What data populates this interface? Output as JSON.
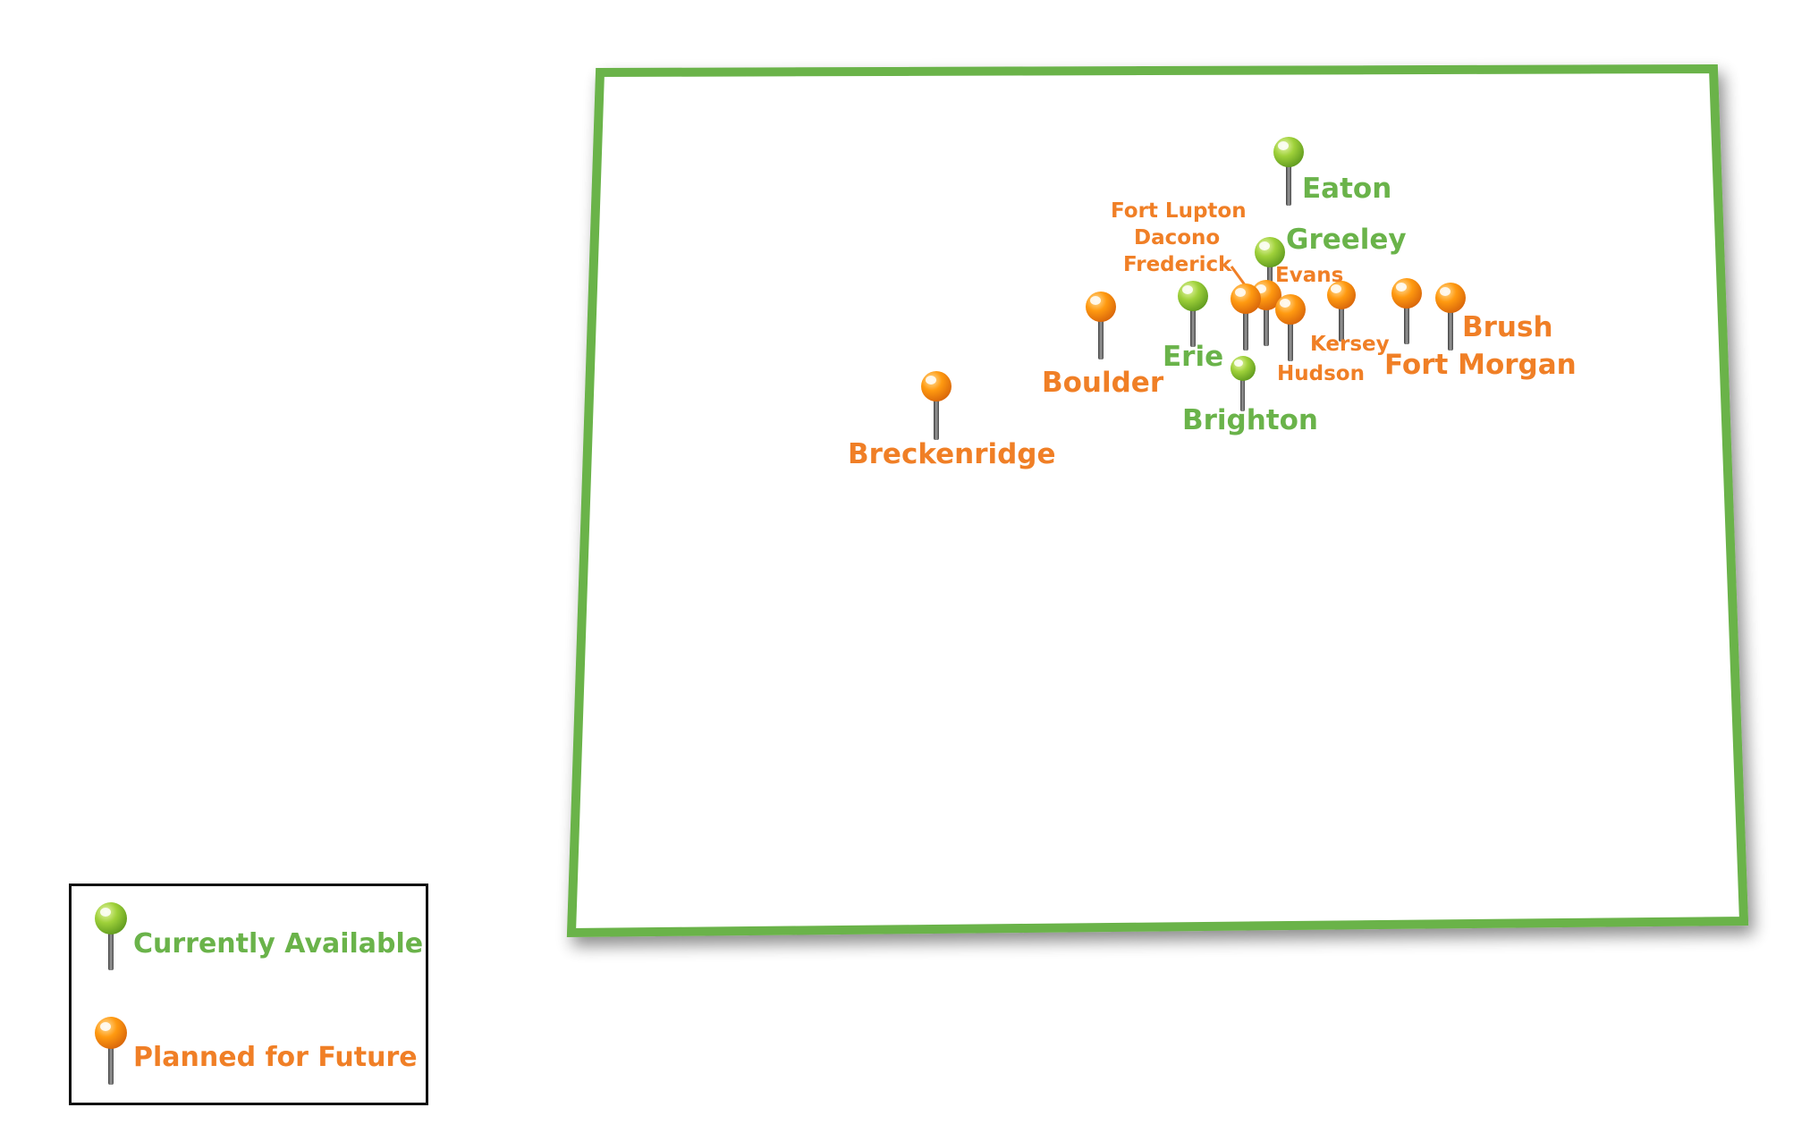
{
  "colors": {
    "available": "#6ab34a",
    "planned": "#f07f26",
    "border": "#6ab34a",
    "pin_stem": "#5a5a5a"
  },
  "legend": {
    "available_label": "Currently Available",
    "planned_label": "Planned for Future",
    "available_icon": "green-pushpin-icon",
    "planned_icon": "orange-pushpin-icon"
  },
  "locations": {
    "eaton": {
      "name": "Eaton",
      "status": "available"
    },
    "greeley": {
      "name": "Greeley",
      "status": "available"
    },
    "erie": {
      "name": "Erie",
      "status": "available"
    },
    "brighton": {
      "name": "Brighton",
      "status": "available"
    },
    "fort_lupton": {
      "name": "Fort Lupton",
      "status": "planned"
    },
    "dacono": {
      "name": "Dacono",
      "status": "planned"
    },
    "frederick": {
      "name": "Frederick",
      "status": "planned"
    },
    "evans": {
      "name": "Evans",
      "status": "planned"
    },
    "kersey": {
      "name": "Kersey",
      "status": "planned"
    },
    "hudson": {
      "name": "Hudson",
      "status": "planned"
    },
    "boulder": {
      "name": "Boulder",
      "status": "planned"
    },
    "breckenridge": {
      "name": "Breckenridge",
      "status": "planned"
    },
    "fort_morgan": {
      "name": "Fort Morgan",
      "status": "planned"
    },
    "brush": {
      "name": "Brush",
      "status": "planned"
    }
  }
}
